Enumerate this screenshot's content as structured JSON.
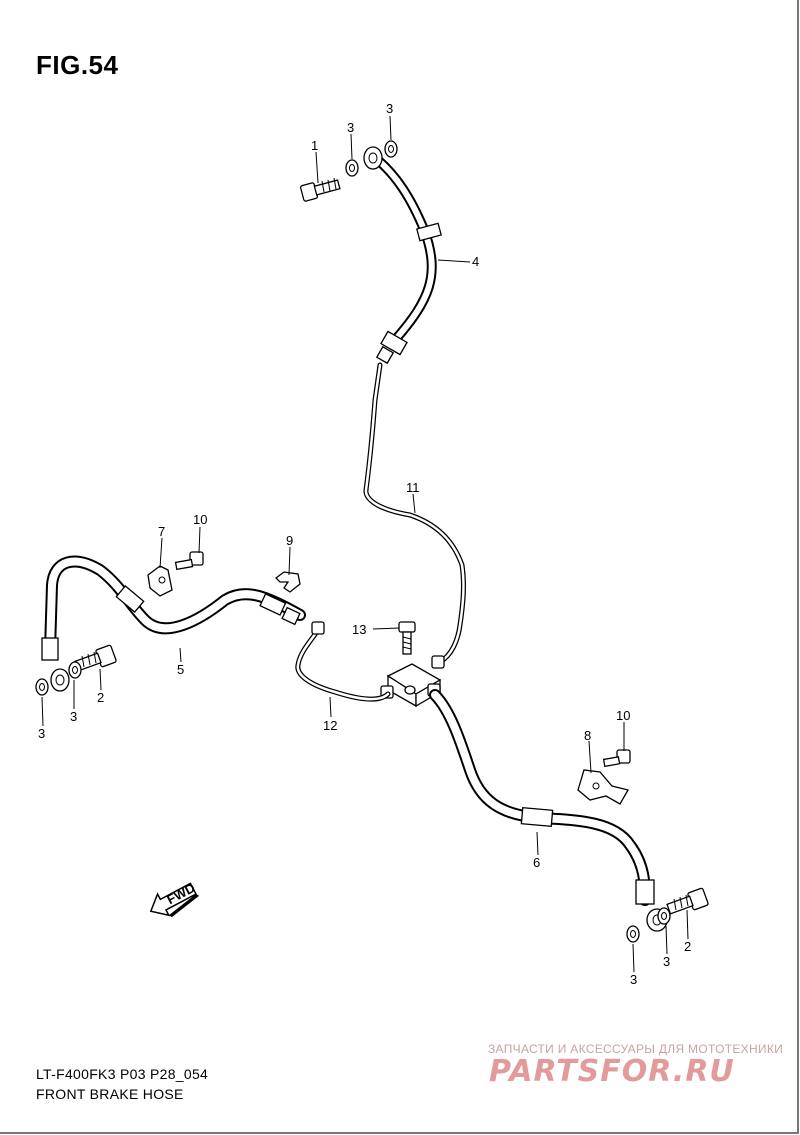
{
  "figure": {
    "title": "FIG.54"
  },
  "footer": {
    "code": "LT-F400FK3 P03 P28_054",
    "caption": "FRONT BRAKE  HOSE"
  },
  "watermark": {
    "tagline": "ЗАПЧАСТИ И АКСЕССУАРЫ ДЛЯ МОТОТЕХНИКИ",
    "logo": "PARTSFOR.RU"
  },
  "direction_marker": {
    "label": "FWD"
  },
  "callouts": {
    "c1": "1",
    "c3a": "3",
    "c3b": "3",
    "c4": "4",
    "c11": "11",
    "c7": "7",
    "c10a": "10",
    "c9": "9",
    "c13": "13",
    "c3c": "3",
    "c3d": "3",
    "c2a": "2",
    "c5": "5",
    "c12": "12",
    "c10b": "10",
    "c8": "8",
    "c6": "6",
    "c2b": "2",
    "c3e": "3",
    "c3f": "3"
  },
  "colors": {
    "line": "#000000",
    "background": "#ffffff",
    "watermark": "#e39a9a"
  }
}
